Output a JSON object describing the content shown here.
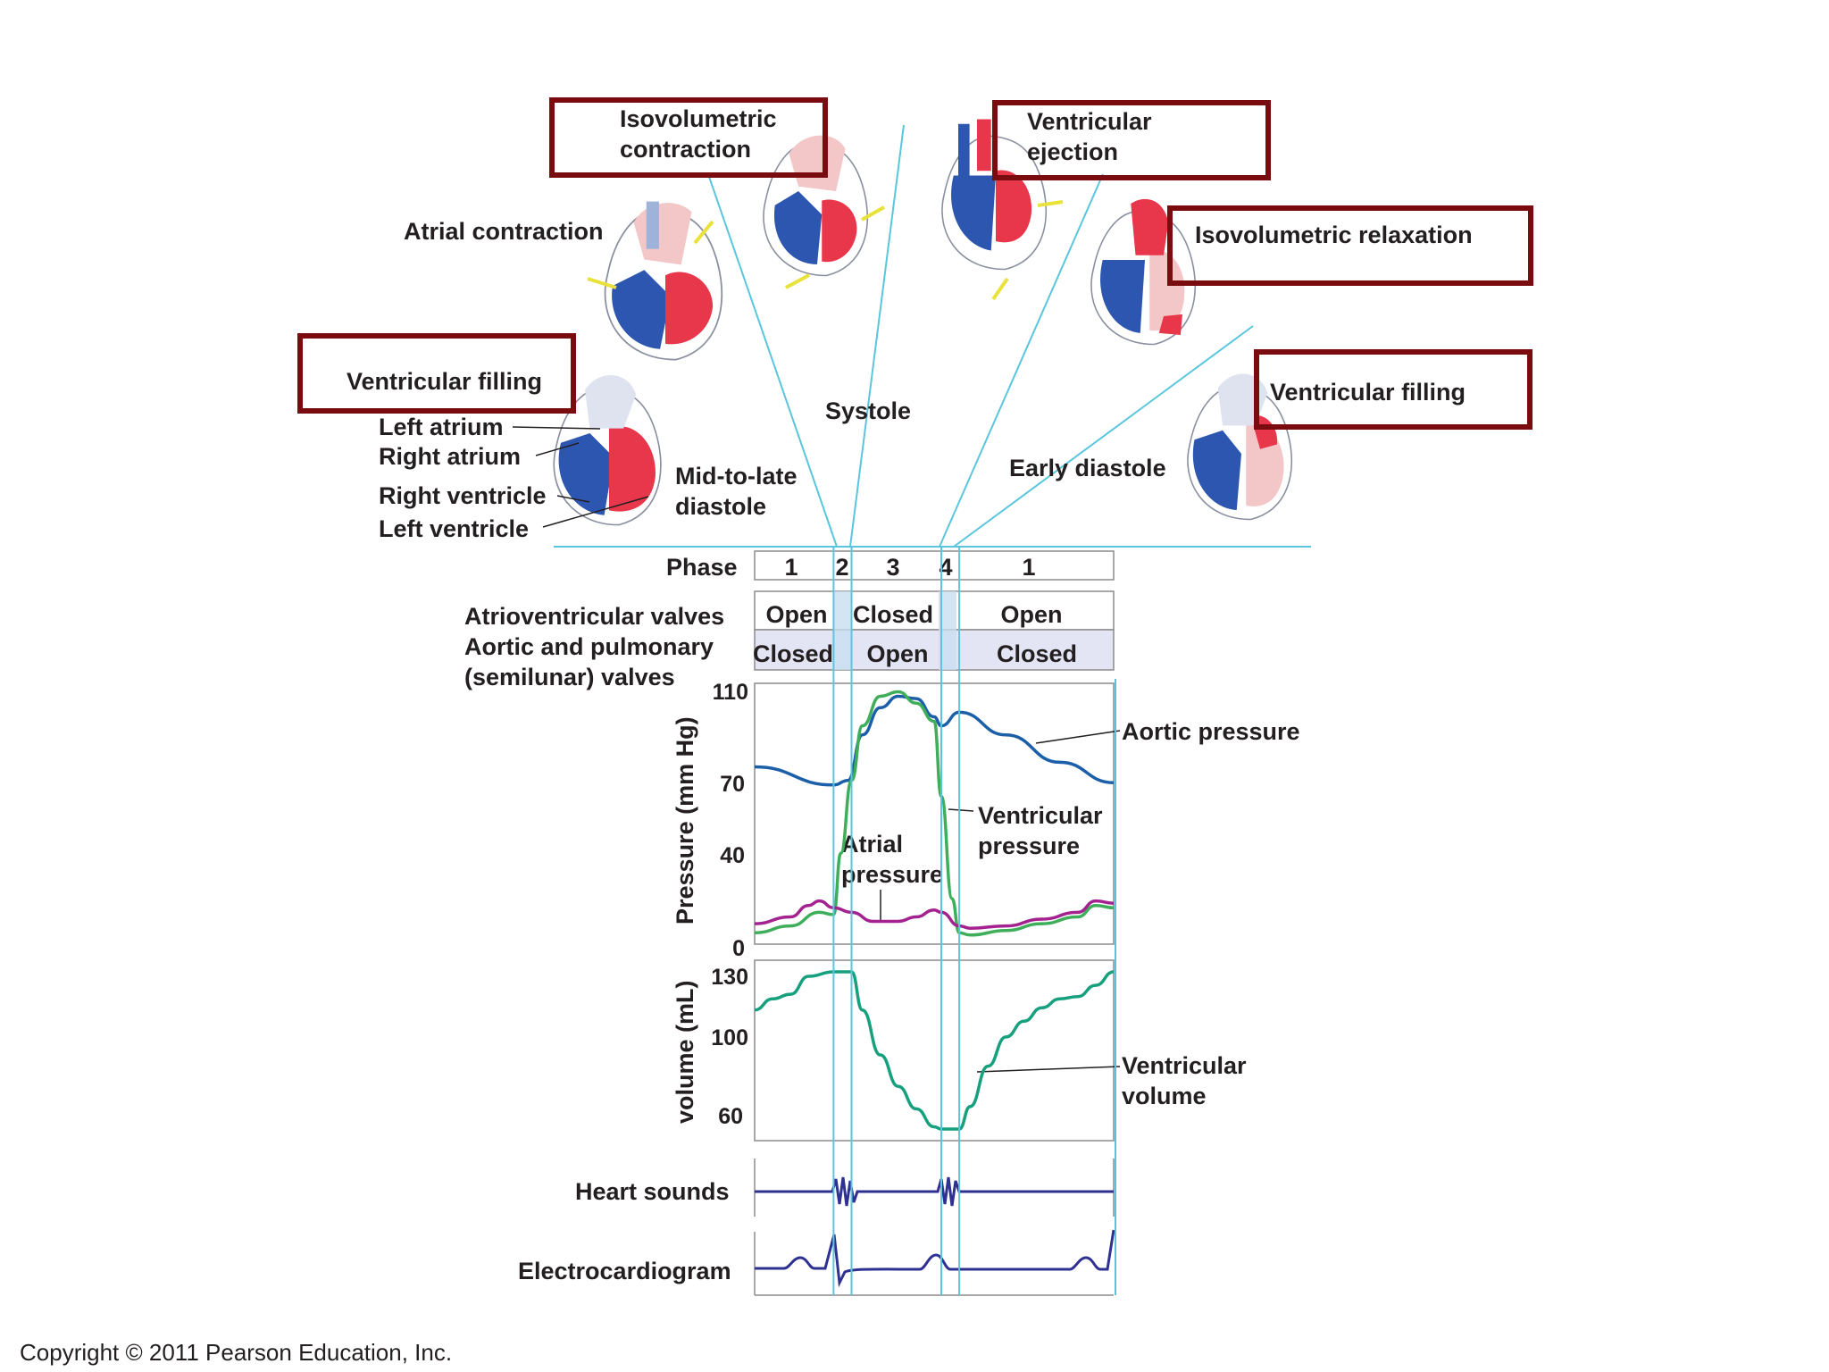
{
  "colors": {
    "frame_red": "#7a0c10",
    "guide_cyan": "#5ac6de",
    "aortic_blue": "#1b5fa8",
    "ventricular_green": "#3fae5a",
    "atrial_magenta": "#a3228f",
    "volume_teal": "#17a07e",
    "trace_navy": "#2e3192",
    "valve_shade": "#e3e5f5",
    "heart_red": "#e8364a",
    "heart_blue": "#2c56b0",
    "heart_pink": "#f3c6c8",
    "arrow_yellow": "#e9e23a"
  },
  "stage_labels": {
    "isovolumetric_contraction": [
      "Isovolumetric",
      "contraction"
    ],
    "ventricular_ejection": [
      "Ventricular",
      "ejection"
    ],
    "isovolumetric_relaxation": "Isovolumetric relaxation",
    "ventricular_filling_left": "Ventricular filling",
    "ventricular_filling_right": "Ventricular filling",
    "atrial_contraction": "Atrial contraction",
    "systole": "Systole",
    "early_diastole": "Early diastole",
    "mid_to_late_diastole": [
      "Mid-to-late",
      "diastole"
    ]
  },
  "heart_parts": {
    "left_atrium": "Left atrium",
    "right_atrium": "Right atrium",
    "right_ventricle": "Right ventricle",
    "left_ventricle": "Left ventricle"
  },
  "phase_row": {
    "label": "Phase",
    "cells": [
      "1",
      "2",
      "3",
      "4",
      "1"
    ]
  },
  "valves": {
    "av_label": "Atrioventricular valves",
    "semilunar_label": [
      "Aortic and pulmonary",
      "(semilunar) valves"
    ],
    "av_states": [
      "Open",
      "Closed",
      "Open"
    ],
    "semilunar_states": [
      "Closed",
      "Open",
      "Closed"
    ]
  },
  "pressure_chart": {
    "ylabel": "Pressure (mm Hg)",
    "ticks": [
      "110",
      "70",
      "40",
      "0"
    ],
    "aortic_label": "Aortic pressure",
    "ventricular_label": [
      "Ventricular",
      "pressure"
    ],
    "atrial_label": [
      "Atrial",
      "pressure"
    ]
  },
  "volume_chart": {
    "ylabel": "volume (mL)",
    "ticks": [
      "130",
      "100",
      "60"
    ],
    "curve_label": [
      "Ventricular",
      "volume"
    ]
  },
  "heart_sounds_label": "Heart sounds",
  "ecg_label": "Electrocardiogram",
  "copyright": "Copyright © 2011 Pearson Education, Inc.",
  "chart_data": {
    "type": "line",
    "phase_boundaries_percent_of_cycle": [
      0,
      22,
      27,
      52,
      57,
      100
    ],
    "series": [
      {
        "name": "Aortic pressure",
        "x": [
          0,
          22,
          26,
          30,
          35,
          40,
          45,
          50,
          52,
          57,
          70,
          85,
          100
        ],
        "y": [
          78,
          70,
          72,
          92,
          104,
          109,
          108,
          100,
          96,
          102,
          92,
          80,
          71
        ]
      },
      {
        "name": "Ventricular pressure",
        "x": [
          0,
          10,
          18,
          22,
          24,
          27,
          30,
          35,
          40,
          45,
          50,
          52,
          55,
          57,
          60,
          70,
          80,
          90,
          95,
          100
        ],
        "y": [
          5,
          8,
          14,
          13,
          40,
          72,
          96,
          109,
          111,
          106,
          98,
          65,
          20,
          5,
          4,
          6,
          9,
          12,
          17,
          16
        ]
      },
      {
        "name": "Atrial pressure",
        "x": [
          0,
          10,
          15,
          18,
          22,
          27,
          33,
          40,
          45,
          50,
          52,
          57,
          60,
          70,
          80,
          90,
          95,
          100
        ],
        "y": [
          9,
          12,
          17,
          19,
          16,
          14,
          10,
          10,
          12,
          15,
          14,
          8,
          7,
          8,
          11,
          14,
          19,
          18
        ]
      },
      {
        "name": "Ventricular volume",
        "x": [
          0,
          5,
          10,
          15,
          22,
          27,
          30,
          35,
          40,
          45,
          50,
          52,
          57,
          60,
          65,
          70,
          75,
          80,
          85,
          90,
          95,
          100
        ],
        "y": [
          113,
          118,
          120,
          128,
          130,
          130,
          113,
          93,
          79,
          69,
          61,
          60,
          60,
          70,
          88,
          101,
          108,
          114,
          118,
          119,
          124,
          130
        ]
      }
    ],
    "pressure_ylim": [
      0,
      110
    ],
    "volume_ylim": [
      60,
      130
    ]
  }
}
